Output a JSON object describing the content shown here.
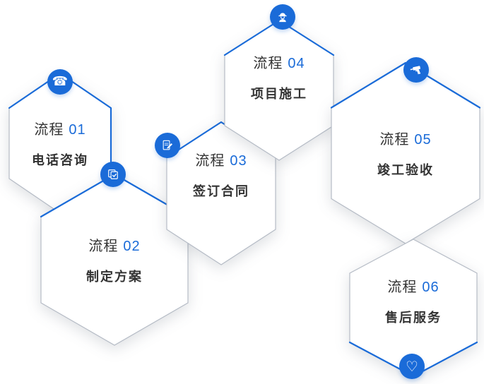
{
  "diagram": {
    "accent_blue": "#1a6bd8",
    "border_gray": "#b6bcc6",
    "text_dark": "#333333",
    "steps": [
      {
        "label": "流程",
        "number": "01",
        "title": "电话咨询",
        "icon": "phone-icon"
      },
      {
        "label": "流程",
        "number": "02",
        "title": "制定方案",
        "icon": "documents-check-icon"
      },
      {
        "label": "流程",
        "number": "03",
        "title": "签订合同",
        "icon": "contract-pen-icon"
      },
      {
        "label": "流程",
        "number": "04",
        "title": "项目施工",
        "icon": "construction-worker-icon"
      },
      {
        "label": "流程",
        "number": "05",
        "title": "竣工验收",
        "icon": "drill-icon"
      },
      {
        "label": "流程",
        "number": "06",
        "title": "售后服务",
        "icon": "heart-icon"
      }
    ],
    "icon_glyphs": {
      "phone": "☎",
      "heart": "♡"
    }
  }
}
